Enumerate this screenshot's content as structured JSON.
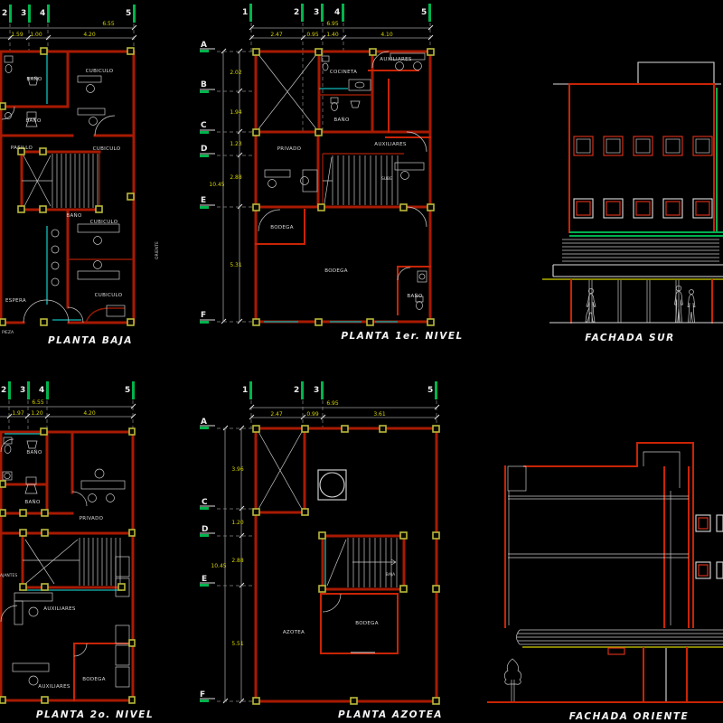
{
  "colors": {
    "background": "#000000",
    "wall_red": "#a81a02",
    "bright_red": "#c92405",
    "dim_text_yellow": "#d6d300",
    "grid_tick_green": "#00b44c",
    "facade_green": "#00b050",
    "drawing_white": "#dcdcdc",
    "teal_accent": "#0f9a9a",
    "column_khaki": "#b9b93d"
  },
  "panels": {
    "planta_baja": {
      "title": "PLANTA BAJA",
      "grid_cols": [
        "2",
        "3",
        "4",
        "5"
      ],
      "dim_total": "6.55",
      "dims": [
        "1.59",
        "1.00",
        "4.20"
      ],
      "rooms": [
        "BAÑO",
        "CUBICULO",
        "BAÑO",
        "PASILLO",
        "CUBICULO",
        "BAÑO",
        "CUBICULO",
        "CUBICULO",
        "ESPERA"
      ],
      "side_label": "ORIENTE",
      "corner_note": "PIEZA"
    },
    "planta_1er_nivel": {
      "title": "PLANTA 1er. NIVEL",
      "grid_cols": [
        "1",
        "2",
        "3",
        "4",
        "5"
      ],
      "grid_rows": [
        "A",
        "B",
        "C",
        "D",
        "E",
        "F"
      ],
      "dim_total_top": "6.95",
      "dims_top": [
        "2.47",
        "0.95",
        "1.40",
        "4.10"
      ],
      "dim_total_left": "10.45",
      "dims_left": [
        "2.02",
        "1.94",
        "1.23",
        "2.88",
        "5.31"
      ],
      "rooms": [
        "AUXILIARES",
        "COCINETA",
        "BAÑO",
        "PRIVADO",
        "AUXILIARES",
        "BODEGA",
        "BODEGA",
        "BAÑO"
      ],
      "stair_label": "SUBE"
    },
    "fachada_sur": {
      "title": "FACHADA SUR"
    },
    "planta_2o_nivel": {
      "title": "PLANTA 2o. NIVEL",
      "grid_cols": [
        "2",
        "3",
        "4",
        "5"
      ],
      "dim_total": "6.55",
      "dims": [
        "1.97",
        "1.20",
        "4.20"
      ],
      "rooms": [
        "BAÑO",
        "BAÑO",
        "PRIVADO",
        "AUXILIARES",
        "AUXILIARES",
        "BODEGA"
      ],
      "corner_note": "AJANTES"
    },
    "planta_azotea": {
      "title": "PLANTA AZOTEA",
      "grid_cols": [
        "1",
        "2",
        "3",
        "5"
      ],
      "grid_rows": [
        "A",
        "C",
        "D",
        "E",
        "F"
      ],
      "dim_total_top": "6.95",
      "dims_top": [
        "2.47",
        "0.99",
        "3.61"
      ],
      "dim_total_left": "10.45",
      "dims_left": [
        "3.96",
        "1.20",
        "2.88",
        "5.51"
      ],
      "rooms": [
        "AZOTEA",
        "BODEGA"
      ],
      "stair_label": "BAJA"
    },
    "fachada_oriente": {
      "title": "FACHADA ORIENTE"
    }
  }
}
